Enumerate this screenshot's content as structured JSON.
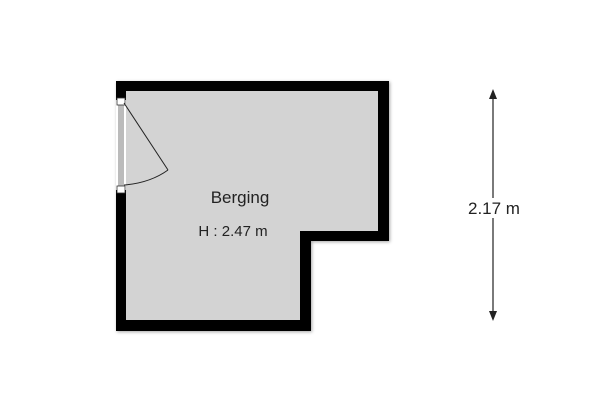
{
  "room": {
    "name": "Berging",
    "height_label": "H : 2.47 m"
  },
  "dimension": {
    "label": "2.17 m"
  },
  "colors": {
    "wall": "#000000",
    "floor": "#d3d3d3",
    "text": "#222222"
  }
}
